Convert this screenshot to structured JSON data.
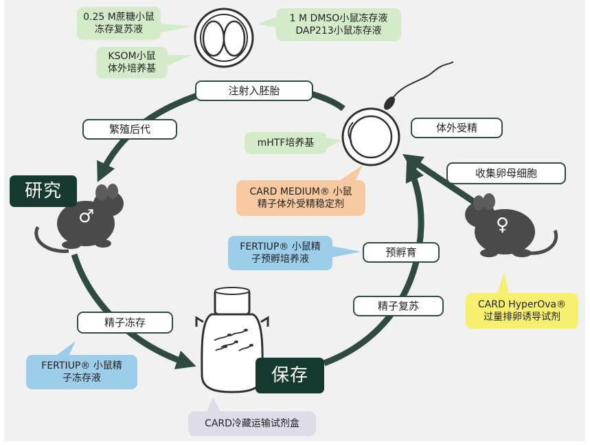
{
  "stages": {
    "research": "研究",
    "preservation": "保存"
  },
  "steps": {
    "embryo_transfer": "注射入胚胎",
    "breeding": "繁殖后代",
    "ivf": "体外受精",
    "oocyte_collection": "收集卵母细胞",
    "preincubation": "预孵育",
    "sperm_recovery": "精子复苏",
    "sperm_freezing": "精子冻存"
  },
  "products": {
    "sucrose": [
      "0.25 M蔗糖小鼠",
      "冻存复苏液"
    ],
    "dmso": [
      "1 M DMSO小鼠冻存液",
      "DAP213小鼠冻存液"
    ],
    "ksom": [
      "KSOM小鼠",
      "体外培养基"
    ],
    "mhtf": [
      "mHTF培养基"
    ],
    "card_medium": [
      "CARD MEDIUM® 小鼠",
      "精子体外受精稳定剂"
    ],
    "fertiup_preincubation": [
      "FERTIUP® 小鼠精",
      "子预孵培养液"
    ],
    "fertiup_freezing": [
      "FERTIUP® 小鼠精",
      "子冻存液"
    ],
    "hyperova": [
      "CARD HyperOva®",
      "过量排卵诱导试剂"
    ],
    "transport_box": [
      "CARD冷藏运输试剂盒"
    ]
  },
  "symbols": {
    "male": "♂",
    "female": "♀"
  },
  "colors": {
    "arrow": "#2f4a40",
    "dark_box": "#173a30",
    "mouse": "#4a4a4a",
    "green": "#d4ebc9",
    "orange": "#f6c9a0",
    "blue": "#9ccde9",
    "yellow": "#f7ef6e",
    "gray": "#dcdde6"
  }
}
